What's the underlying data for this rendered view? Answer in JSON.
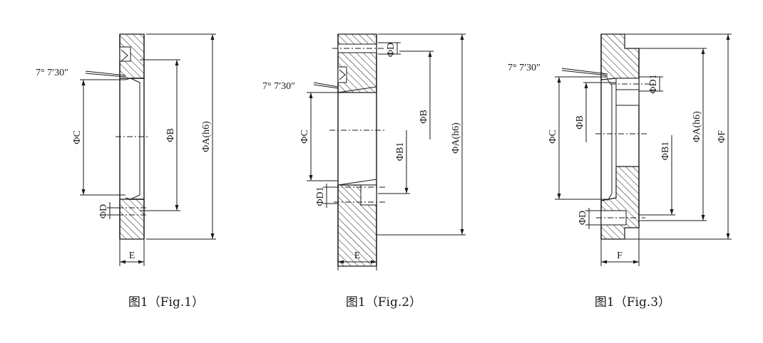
{
  "figures": [
    {
      "caption": "图1（Fig.1）",
      "angle": "7° 7′30″",
      "labels": {
        "C": "ΦC",
        "B": "ΦB",
        "A": "ΦA(h6)",
        "D": "ΦD",
        "E": "E"
      }
    },
    {
      "caption": "图1（Fig.2）",
      "angle": "7° 7′30″",
      "labels": {
        "D": "ΦD",
        "C": "ΦC",
        "B1": "ΦB1",
        "D1": "ΦD1",
        "B": "ΦB",
        "A": "ΦA(h6)",
        "E": "E"
      }
    },
    {
      "caption": "图1（Fig.3）",
      "angle": "7° 7′30″",
      "labels": {
        "D1": "ΦD1",
        "C": "ΦC",
        "B": "ΦB",
        "B1": "ΦB1",
        "A": "ΦA(h6)",
        "F_dia": "ΦF",
        "D": "ΦD",
        "F": "F"
      }
    }
  ]
}
